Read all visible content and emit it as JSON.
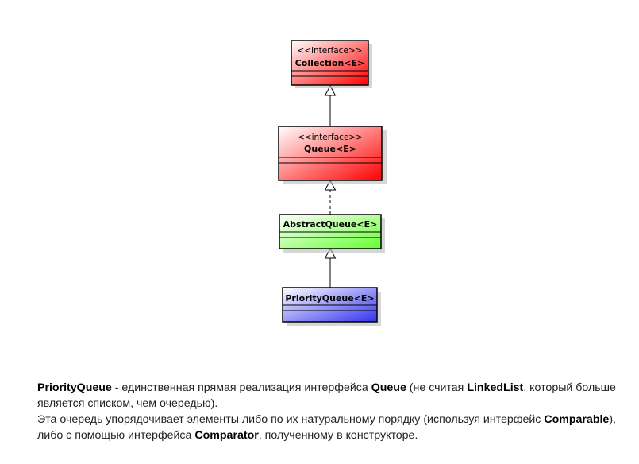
{
  "diagram": {
    "nodes": [
      {
        "stereotype": "<<interface>>",
        "name": "Collection<E>",
        "color": "#ff0000"
      },
      {
        "stereotype": "<<interface>>",
        "name": "Queue<E>",
        "color": "#ff0000"
      },
      {
        "stereotype": "",
        "name": "AbstractQueue<E>",
        "color": "#66ff33"
      },
      {
        "stereotype": "",
        "name": "PriorityQueue<E>",
        "color": "#3333ee"
      }
    ],
    "edges": [
      {
        "from": "Queue<E>",
        "to": "Collection<E>",
        "type": "generalization"
      },
      {
        "from": "AbstractQueue<E>",
        "to": "Queue<E>",
        "type": "realization"
      },
      {
        "from": "PriorityQueue<E>",
        "to": "AbstractQueue<E>",
        "type": "generalization"
      }
    ]
  },
  "description": {
    "p1": [
      {
        "text": "PriorityQueue",
        "bold": true
      },
      {
        "text": " - единственная прямая реализация интерфейса ",
        "bold": false
      },
      {
        "text": "Queue",
        "bold": true
      },
      {
        "text": " (не считая ",
        "bold": false
      },
      {
        "text": "LinkedList",
        "bold": true
      },
      {
        "text": ", который больше является списком, чем очередью).",
        "bold": false
      }
    ],
    "p2": [
      {
        "text": "Эта очередь упорядочивает элементы либо по их натуральному порядку (используя интерфейс ",
        "bold": false
      },
      {
        "text": "Comparable",
        "bold": true
      },
      {
        "text": "), либо с помощью интерфейса ",
        "bold": false
      },
      {
        "text": "Comparator",
        "bold": true
      },
      {
        "text": ", полученному в конструкторе.",
        "bold": false
      }
    ]
  }
}
